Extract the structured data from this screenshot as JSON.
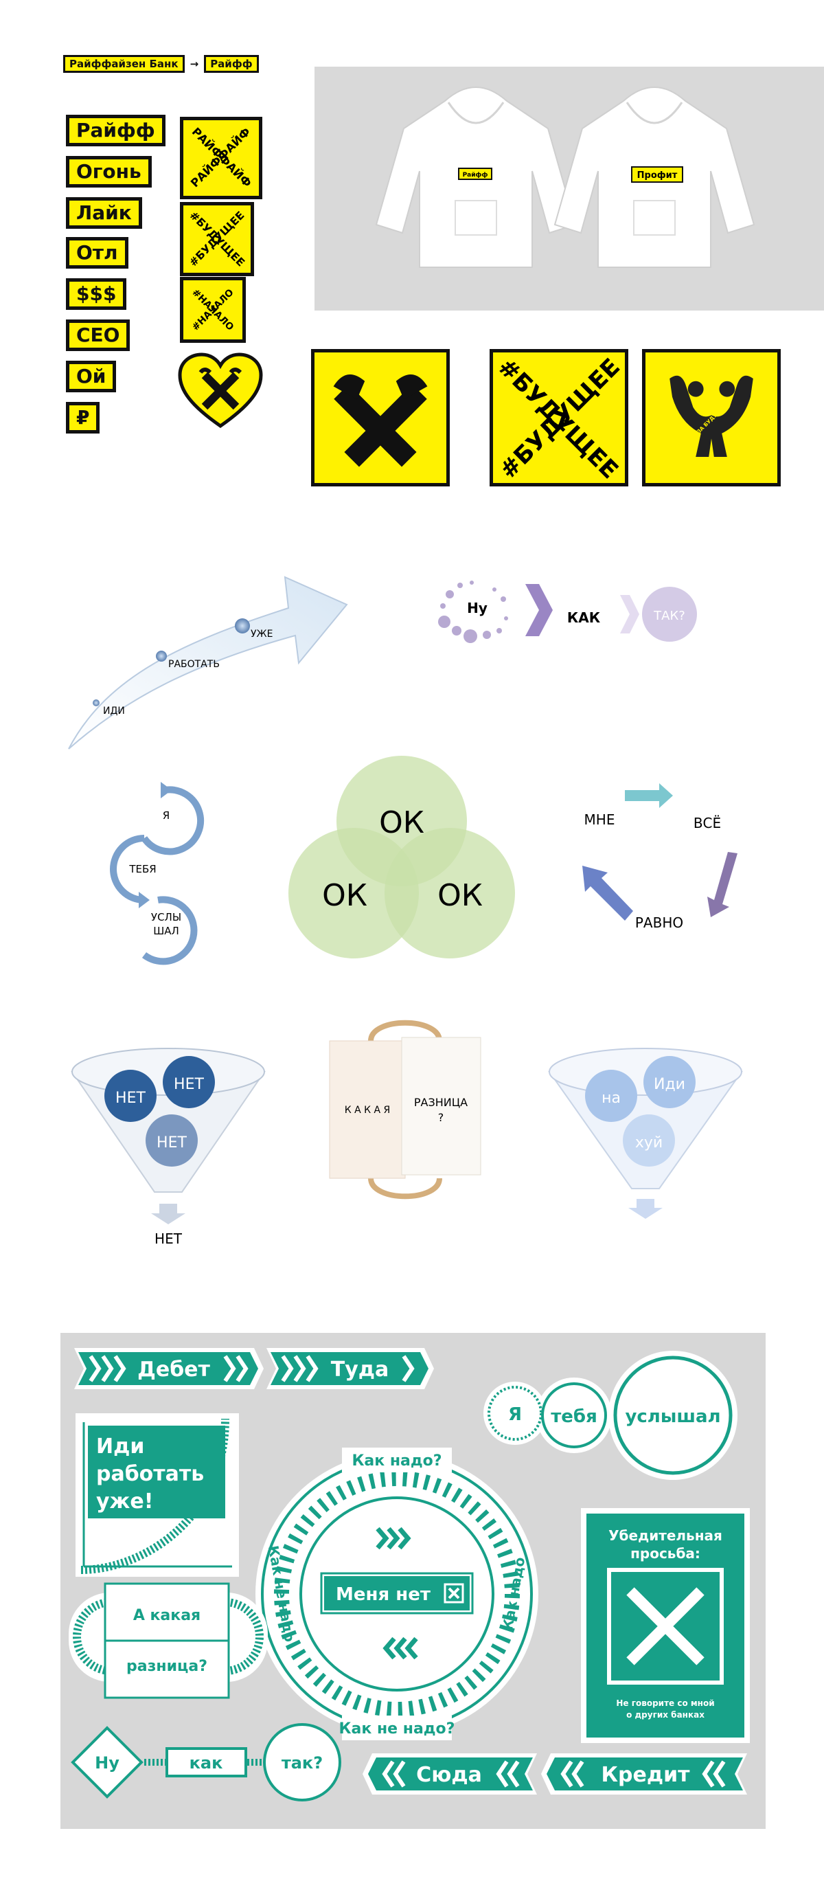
{
  "colors": {
    "yellow": "#fff200",
    "teal": "#17a088",
    "panel_grey": "#d9d9d9",
    "board_grey": "#d7d7d7"
  },
  "rebrand": {
    "from": "Райффайзен Банк",
    "arrow": "→",
    "to": "Райфф"
  },
  "stickers": [
    "Райфф",
    "Огонь",
    "Лайк",
    "Отл",
    "$$$",
    "CEO",
    "Ой",
    "₽"
  ],
  "x_tiles": {
    "t1": "РАЙФФАЙФ",
    "t2": "#БУДУЩЕЕ",
    "t3": "#НАЧАЛО"
  },
  "hoodies": {
    "left_label": "Райфф",
    "right_label": "Профит"
  },
  "big_tiles": {
    "hashtag": "#БУДУЩЕЕ",
    "stamp": "ЗА БУДУЩЕЕ"
  },
  "smartart": {
    "arrow": [
      "ИДИ",
      "РАБОТАТЬ",
      "УЖЕ"
    ],
    "process": [
      "Ну",
      "КАК",
      "ТАК?"
    ],
    "loops": [
      "Я",
      "ТЕБЯ",
      "УСЛЫ",
      "ШАЛ"
    ],
    "venn": [
      "ОК",
      "ОК",
      "ОК"
    ],
    "cycle": [
      "МНЕ",
      "ВСЁ",
      "РАВНО"
    ],
    "funnel1": [
      "НЕТ",
      "НЕТ",
      "НЕТ"
    ],
    "funnel1_out": "НЕТ",
    "balance": [
      "К А К А Я",
      "РАЗНИЦА",
      "?"
    ],
    "funnel2": [
      "на",
      "Иди",
      "хуй"
    ]
  },
  "board": {
    "debet": "Дебет",
    "tuda": "Туда",
    "heard": [
      "Я",
      "тебя",
      "услышал"
    ],
    "go_work": [
      "Иди",
      "работать",
      "уже!"
    ],
    "ring_top": "Как надо?",
    "ring_left": "Как не надо",
    "ring_right": "Как надо",
    "ring_bottom": "Как не надо?",
    "not_here": "Меня нет",
    "not_here_icon": "close-box-icon",
    "request_title": [
      "Убедительная",
      "просьба:"
    ],
    "request_note": [
      "Не говорите со мной",
      "о других банках"
    ],
    "what_diff": [
      "А какая",
      "разница?"
    ],
    "how": [
      "Ну",
      "как",
      "так?"
    ],
    "syuda": "Сюда",
    "credit": "Кредит"
  }
}
